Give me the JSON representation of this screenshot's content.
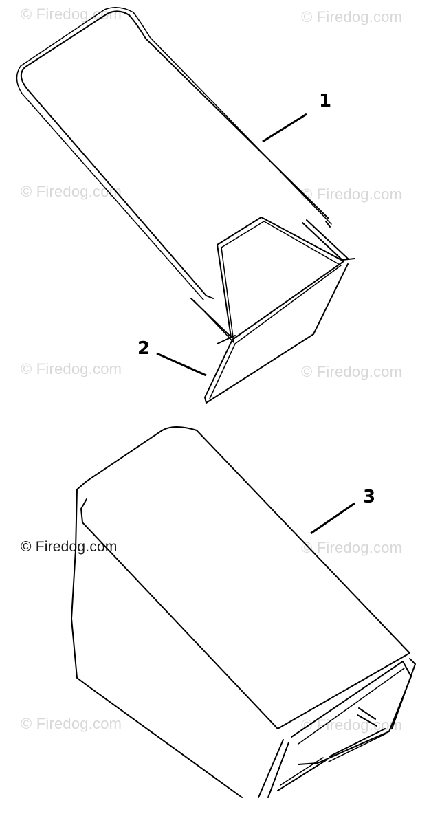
{
  "watermark": {
    "text": "© Firedog.com",
    "dark_text": "© Firedog.com",
    "color": "#d8d8d8",
    "dark_color": "#1a1a1a"
  },
  "callouts": [
    {
      "id": "1",
      "label": "1"
    },
    {
      "id": "2",
      "label": "2"
    },
    {
      "id": "3",
      "label": "3"
    }
  ],
  "colors": {
    "line": "#000000",
    "background": "#ffffff"
  }
}
